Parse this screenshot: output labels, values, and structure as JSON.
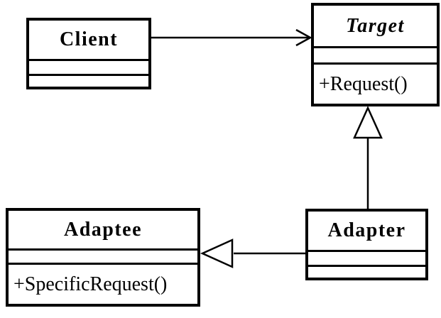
{
  "diagram": {
    "kind": "uml-class-diagram",
    "pattern": "Adapter",
    "colors": {
      "stroke": "#000000",
      "background": "#ffffff"
    },
    "classes": {
      "client": {
        "name": "Client",
        "abstract": false,
        "attributes": "",
        "operations": ""
      },
      "target": {
        "name": "Target",
        "abstract": true,
        "attributes": "",
        "operations": "+Request()"
      },
      "adaptee": {
        "name": "Adaptee",
        "abstract": false,
        "attributes": "",
        "operations": "+SpecificRequest()"
      },
      "adapter": {
        "name": "Adapter",
        "abstract": false,
        "attributes": "",
        "operations": ""
      }
    },
    "relationships": {
      "client_to_target": {
        "type": "association",
        "arrowhead": "open-arrow",
        "from": "Client",
        "to": "Target"
      },
      "adapter_to_target": {
        "type": "generalization",
        "arrowhead": "hollow-triangle",
        "from": "Adapter",
        "to": "Target"
      },
      "adapter_to_adaptee": {
        "type": "generalization",
        "arrowhead": "hollow-triangle",
        "from": "Adapter",
        "to": "Adaptee"
      }
    }
  }
}
